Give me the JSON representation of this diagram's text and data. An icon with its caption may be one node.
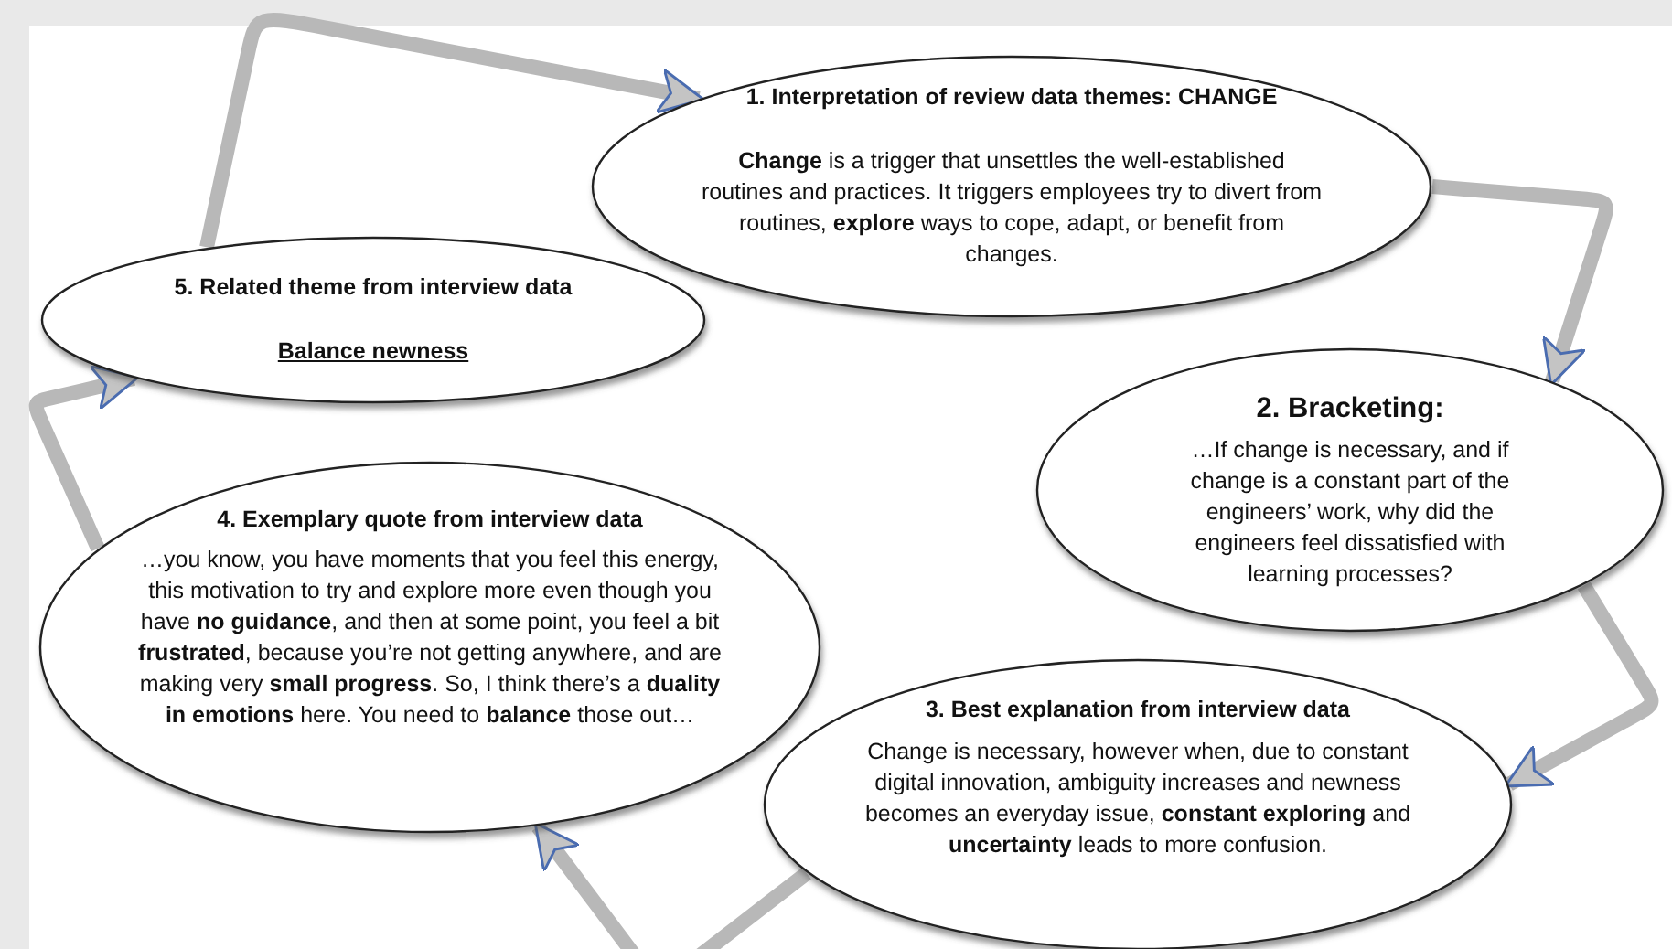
{
  "diagram": {
    "nodes": [
      {
        "text": [
          "1. Interpretation of review data themes: CHANGE",
          "**Change** is a trigger that unsettles the well-established routines and practices. It triggers employees try to divert from routines, **explore** ways to cope, adapt, or benefit from changes."
        ]
      },
      {
        "text": [
          "2. Bracketing:",
          "…If change is necessary, and if change is a constant part of the engineers’ work, why did the engineers feel dissatisfied with learning processes?"
        ]
      },
      {
        "text": [
          "3. Best explanation from interview data",
          "Change is necessary, however when, due to constant digital innovation, ambiguity increases and newness becomes an everyday issue, **constant exploring** and **uncertainty** leads to more confusion."
        ]
      },
      {
        "text": [
          "4. Exemplary quote from interview data",
          "…you know, you have moments that you feel this energy, this motivation to try and explore more even though you have **no guidance**, and then at some point, you feel a bit **frustrated**, because you’re not getting anywhere, and are making very **small progress**. So, I think there’s a **duality in emotions** here. You need to **balance** those out…"
        ]
      },
      {
        "text": [
          "5. Related theme from interview data",
          "Balance newness"
        ]
      }
    ],
    "edges": [
      {
        "from": 0,
        "to": 1,
        "arrow": "to"
      },
      {
        "from": 1,
        "to": 2,
        "arrow": "to"
      },
      {
        "from": 2,
        "to": 3,
        "arrow": "to"
      },
      {
        "from": 3,
        "to": 4,
        "arrow": "to"
      },
      {
        "from": 4,
        "to": 0,
        "arrow": "to"
      }
    ]
  }
}
